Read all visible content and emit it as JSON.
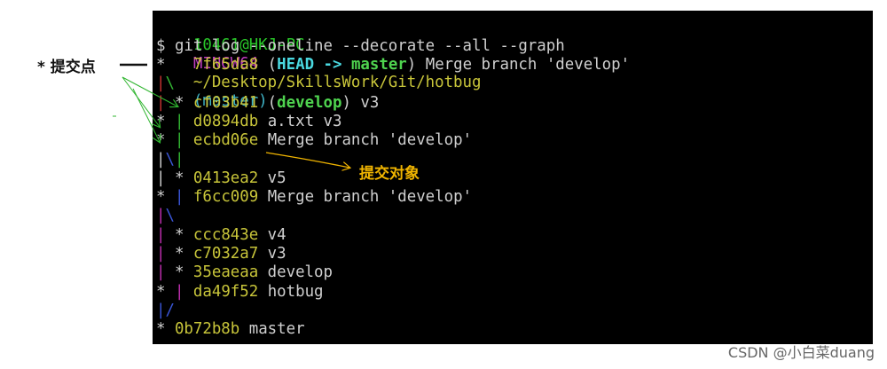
{
  "terminal": {
    "prompt": {
      "user_host": "10461@HKJ-PC",
      "system": "MINGW64",
      "path": "~/Desktop/SkillsWork/Git/hotbug",
      "branch": "(master)"
    },
    "command": "$ git log --oneline --decorate --all --graph",
    "lines": [
      {
        "graph": [
          {
            "t": "*",
            "c": "white"
          },
          {
            "t": "   ",
            "c": "white"
          }
        ],
        "hash": "7f65da8",
        "refs": {
          "open": " (",
          "head": "HEAD",
          "arrow": " -> ",
          "branch": "master",
          "close": ")"
        },
        "msg": " Merge branch 'develop'"
      },
      {
        "graph": [
          {
            "t": "|",
            "c": "red"
          },
          {
            "t": "\\",
            "c": "green"
          }
        ],
        "hash": "",
        "msg": ""
      },
      {
        "graph": [
          {
            "t": "|",
            "c": "red"
          },
          {
            "t": " * ",
            "c": "white"
          }
        ],
        "hash": "cf03b41",
        "refs": {
          "open": " (",
          "develop": "develop",
          "close": ")"
        },
        "msg": " v3"
      },
      {
        "graph": [
          {
            "t": "* ",
            "c": "white"
          },
          {
            "t": "|",
            "c": "green"
          },
          {
            "t": " ",
            "c": "white"
          }
        ],
        "hash": "d0894db",
        "msg": " a.txt v3"
      },
      {
        "graph": [
          {
            "t": "* ",
            "c": "white"
          },
          {
            "t": "|",
            "c": "green"
          },
          {
            "t": " ",
            "c": "white"
          }
        ],
        "hash": "ecbd06e",
        "msg": " Merge branch 'develop'"
      },
      {
        "graph": [
          {
            "t": "|",
            "c": "white"
          },
          {
            "t": "\\",
            "c": "blue"
          },
          {
            "t": "|",
            "c": "green"
          }
        ],
        "hash": "",
        "msg": ""
      },
      {
        "graph": [
          {
            "t": "|",
            "c": "white"
          },
          {
            "t": " * ",
            "c": "white"
          }
        ],
        "hash": "0413ea2",
        "msg": " v5"
      },
      {
        "graph": [
          {
            "t": "* ",
            "c": "white"
          },
          {
            "t": "|",
            "c": "blue"
          },
          {
            "t": " ",
            "c": "white"
          }
        ],
        "hash": "f6cc009",
        "msg": " Merge branch 'develop'"
      },
      {
        "graph": [
          {
            "t": "|",
            "c": "magenta"
          },
          {
            "t": "\\",
            "c": "blue"
          }
        ],
        "hash": "",
        "msg": ""
      },
      {
        "graph": [
          {
            "t": "|",
            "c": "magenta"
          },
          {
            "t": " * ",
            "c": "white"
          }
        ],
        "hash": "ccc843e",
        "msg": " v4"
      },
      {
        "graph": [
          {
            "t": "|",
            "c": "magenta"
          },
          {
            "t": " * ",
            "c": "white"
          }
        ],
        "hash": "c7032a7",
        "msg": " v3"
      },
      {
        "graph": [
          {
            "t": "|",
            "c": "magenta"
          },
          {
            "t": " * ",
            "c": "white"
          }
        ],
        "hash": "35eaeaa",
        "msg": " develop"
      },
      {
        "graph": [
          {
            "t": "* ",
            "c": "white"
          },
          {
            "t": "|",
            "c": "magenta"
          },
          {
            "t": " ",
            "c": "white"
          }
        ],
        "hash": "da49f52",
        "msg": " hotbug"
      },
      {
        "graph": [
          {
            "t": "|",
            "c": "blue"
          },
          {
            "t": "/",
            "c": "blue"
          }
        ],
        "hash": "",
        "msg": ""
      },
      {
        "graph": [
          {
            "t": "* ",
            "c": "white"
          }
        ],
        "hash": "0b72b8b",
        "msg": " master"
      }
    ]
  },
  "annotations": {
    "commit_point": "* 提交点",
    "commit_object": "提交对象"
  },
  "watermark": "CSDN @小白菜duang",
  "colors": {
    "background": "#000000",
    "hash": "#c8c53a",
    "head_ref": "#4ad8e0",
    "branch_ref": "#4fd44f",
    "prompt_user": "#29c529",
    "prompt_system": "#c13cc1",
    "prompt_path": "#c8c53a",
    "prompt_branch": "#3fb4c7",
    "annotation_arrow_green": "#2fb52f",
    "annotation_arrow_yellow": "#f0b400"
  }
}
